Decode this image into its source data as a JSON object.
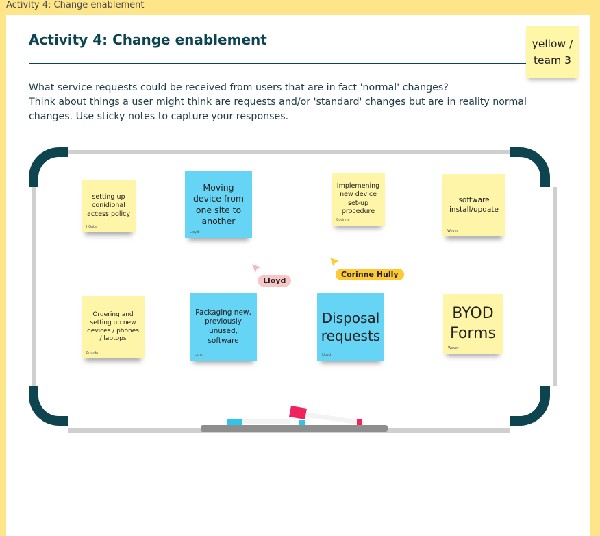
{
  "frame": {
    "label": "Activity 4: Change enablement"
  },
  "header": {
    "title": "Activity 4: Change enablement"
  },
  "team_note": {
    "text": "yellow /\nteam 3"
  },
  "instructions": {
    "line1": "What service requests could be received from users that are in fact 'normal' changes?",
    "line2": "Think about things a user might think are requests and/or 'standard' changes but are in reality normal",
    "line3": "changes. Use sticky notes to capture your responses."
  },
  "colors": {
    "yellow": "#fff5a8",
    "blue": "#66d4f4",
    "frame_bg": "#ffe58a",
    "accent": "#0d4452"
  },
  "stickies": [
    {
      "text": "setting up conidional access policy",
      "author": "I.Gate",
      "color": "yellow"
    },
    {
      "text": "Moving device from one site to another",
      "author": "Lloyd",
      "color": "blue"
    },
    {
      "text": "Implemening new device set-up procedure",
      "author": "Corinne",
      "color": "yellow"
    },
    {
      "text": "software install/update",
      "author": "Wever",
      "color": "yellow"
    },
    {
      "text": "Ordering and setting up new devices / phones / laptops",
      "author": "Engnkr",
      "color": "yellow"
    },
    {
      "text": "Packaging new, previously unused, software",
      "author": "Lloyd",
      "color": "blue"
    },
    {
      "text": "Disposal requests",
      "author": "Lloyd",
      "color": "blue"
    },
    {
      "text": "BYOD Forms",
      "author": "Wever",
      "color": "yellow"
    }
  ],
  "cursors": [
    {
      "name": "Lloyd",
      "color": "#f7c6c6",
      "arrow": "#f7b8bd"
    },
    {
      "name": "Corinne Hully",
      "color": "#ffc934",
      "arrow": "#ffc934"
    }
  ]
}
